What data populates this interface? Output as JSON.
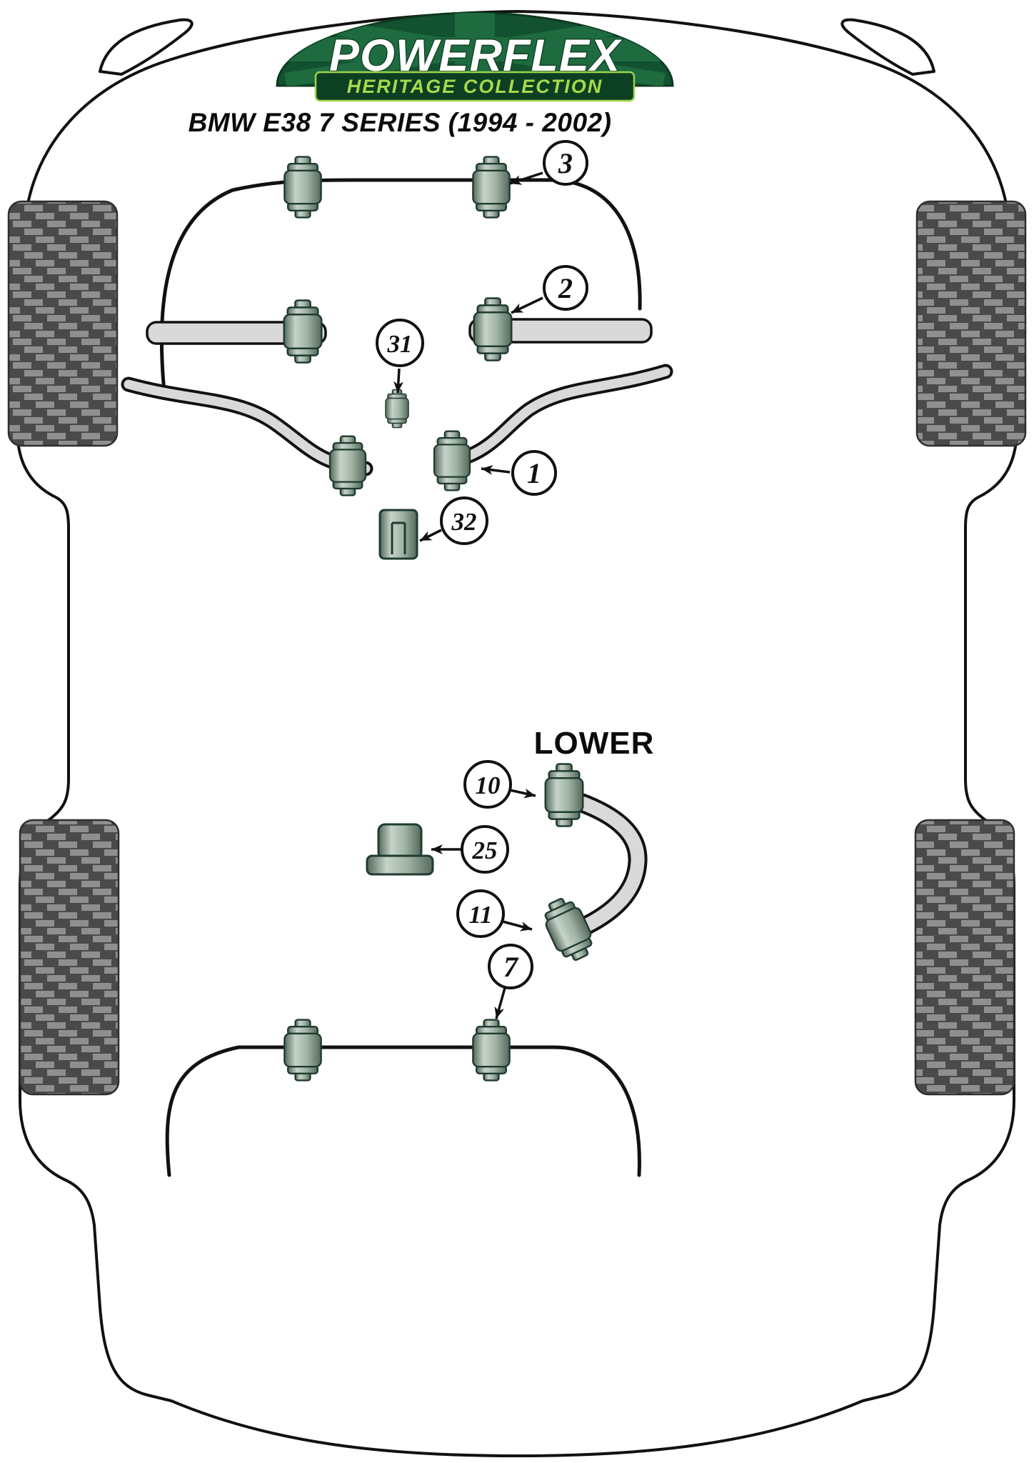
{
  "logo": {
    "brand": "POWERFLEX",
    "subtitle": "HERITAGE COLLECTION"
  },
  "title": "BMW E38 7 SERIES (1994 - 2002)",
  "labels": {
    "lower": "LOWER"
  },
  "callouts": [
    {
      "number": "3"
    },
    {
      "number": "2"
    },
    {
      "number": "31"
    },
    {
      "number": "1"
    },
    {
      "number": "32"
    },
    {
      "number": "10"
    },
    {
      "number": "25"
    },
    {
      "number": "11"
    },
    {
      "number": "7"
    }
  ],
  "colors": {
    "outline": "#111111",
    "arm_gray": "#d9d9d9",
    "bush_dark": "#55685c",
    "bush_mid": "#9fb3a4",
    "bush_light": "#c6d3c8",
    "bush_stroke": "#1f3b2f",
    "tire_dark": "#4a4a4a",
    "tire_light": "#8f8f8f",
    "logo_green": "#135230",
    "logo_flag_green": "#1d6b3e",
    "logo_banner_green": "#0d3f23",
    "logo_banner_border": "#9cd44a",
    "logo_subtitle_green": "#a6d94b"
  }
}
